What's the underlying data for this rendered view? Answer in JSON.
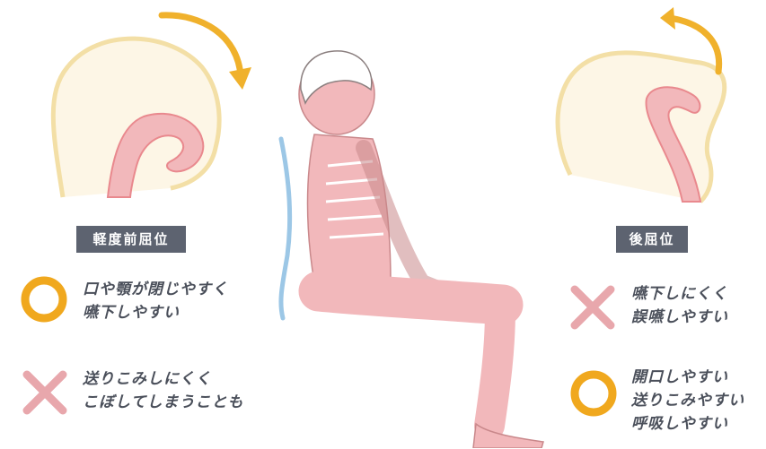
{
  "left_panel": {
    "label": "軽度前屈位",
    "good_lines": [
      "口や顎が閉じやすく",
      "嚥下しやすい"
    ],
    "bad_lines": [
      "送りこみしにくく",
      "こぼしてしまうことも"
    ]
  },
  "right_panel": {
    "label": "後屈位",
    "bad_lines": [
      "嚥下しにくく",
      "誤嚥しやすい"
    ],
    "good_lines": [
      "開口しやすい",
      "送りこみやすい",
      "呼吸しやすい"
    ]
  },
  "colors": {
    "label_bg": "#5d6370",
    "text": "#4a4f5a",
    "circle": "#f0a81e",
    "cross": "#e8a7ac",
    "arrow": "#f0b12c",
    "head_outline": "#f3dfa6",
    "anatomy": "#e9898e",
    "spine_line": "#9cc7e6"
  },
  "icons": {
    "good": "circle-icon",
    "bad": "cross-icon",
    "rotation": "curved-arrow-icon"
  }
}
